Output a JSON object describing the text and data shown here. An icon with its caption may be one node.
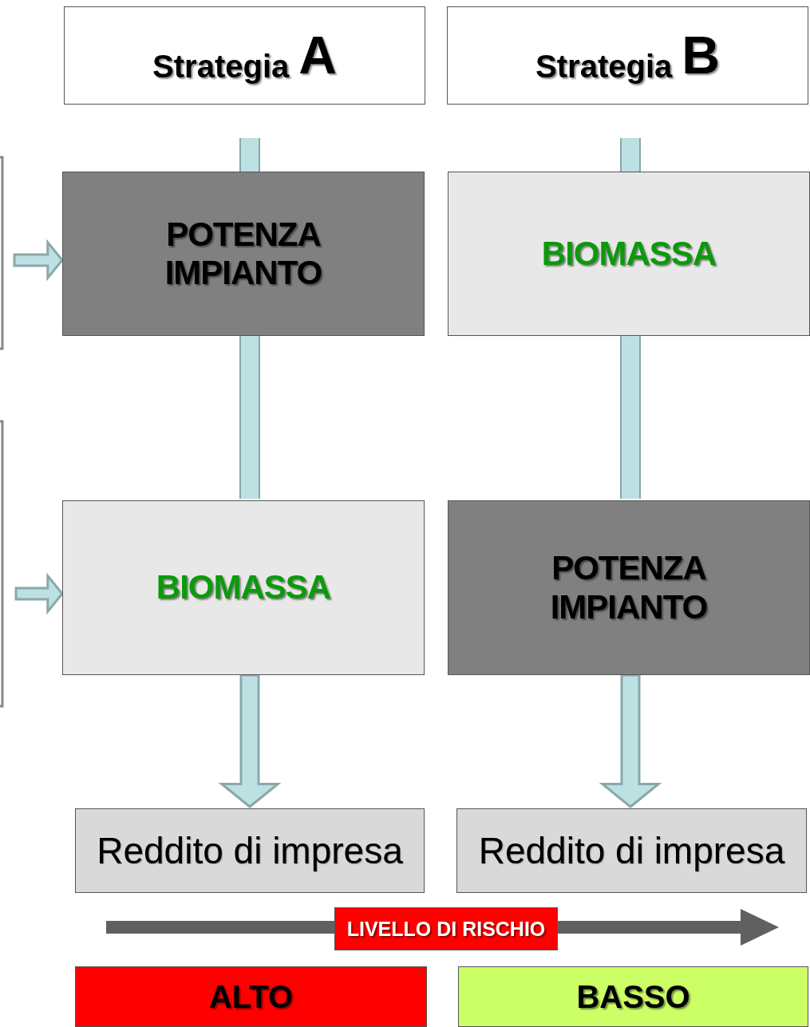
{
  "diagram": {
    "nodes": [
      {
        "text": [
          "Strategia",
          "A"
        ]
      },
      {
        "text": [
          "Strategia",
          "B"
        ]
      },
      {
        "text": [
          "POTENZA IMPIANTO"
        ]
      },
      {
        "text": [
          "BIOMASSA"
        ]
      },
      {
        "text": [
          "BIOMASSA"
        ]
      },
      {
        "text": [
          "POTENZA IMPIANTO"
        ]
      },
      {
        "text": [
          "Reddito di impresa"
        ]
      },
      {
        "text": [
          "Reddito di impresa"
        ]
      },
      {
        "text": [
          "LIVELLO DI RISCHIO"
        ]
      },
      {
        "text": [
          "ALTO"
        ]
      },
      {
        "text": [
          "BASSO"
        ]
      }
    ],
    "edges": [
      {
        "from": null,
        "to": 2,
        "arrow": "none"
      },
      {
        "from": 2,
        "to": 4,
        "arrow": "none"
      },
      {
        "from": 4,
        "to": 6,
        "arrow": "to"
      },
      {
        "from": null,
        "to": 3,
        "arrow": "none"
      },
      {
        "from": 3,
        "to": 5,
        "arrow": "none"
      },
      {
        "from": 5,
        "to": 7,
        "arrow": "to"
      },
      {
        "from": null,
        "to": 2,
        "arrow": "to"
      },
      {
        "from": null,
        "to": 4,
        "arrow": "to"
      }
    ]
  }
}
